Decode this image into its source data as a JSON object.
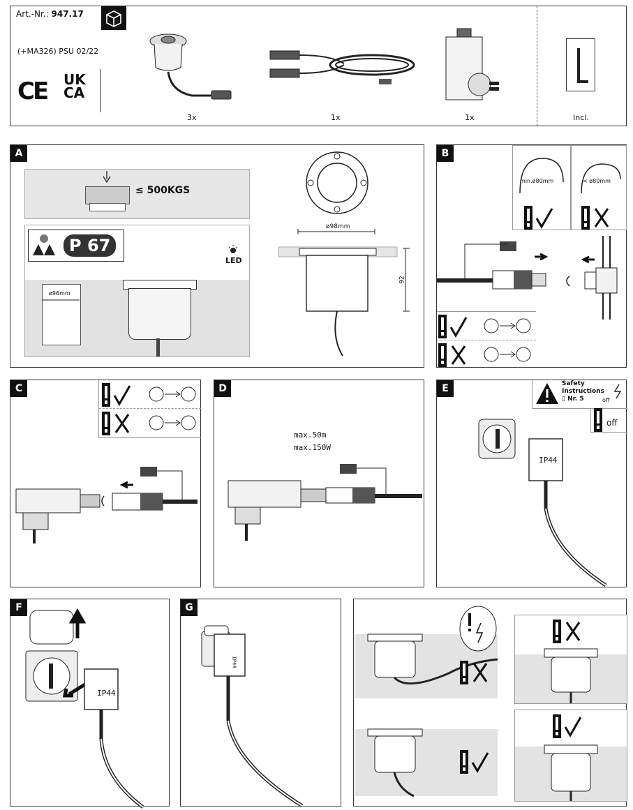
{
  "header": {
    "art_label": "Art.-Nr.:",
    "art_number": "947.17",
    "model_line": "(+MA326) PSU 02/22",
    "mark_ce": "CE",
    "mark_ukca_1": "UK",
    "mark_ukca_2": "CA",
    "items": [
      {
        "qty": "3x"
      },
      {
        "qty": "1x"
      },
      {
        "qty": "1x"
      },
      {
        "qty": "Incl."
      }
    ]
  },
  "panels": {
    "a": {
      "tag": "A",
      "load": "≤ 500KGS",
      "ip": "P 67",
      "led": "LED",
      "hole_dia": "ø96mm",
      "lamp_dia": "ø98mm",
      "height": "92"
    },
    "b": {
      "tag": "B",
      "min_bend": "min.ø80mm",
      "max_bend": "< ø80mm"
    },
    "c": {
      "tag": "C"
    },
    "d": {
      "tag": "D",
      "max_len": "max.50m",
      "max_power": "max.150W"
    },
    "e": {
      "tag": "E",
      "safety_1": "Safety",
      "safety_2": "Instructions",
      "safety_3": "Nr. 5",
      "off": "off",
      "ip": "IP44"
    },
    "f": {
      "tag": "F",
      "ip": "IP44"
    },
    "g": {
      "tag": "G",
      "ip": "IP44"
    }
  }
}
